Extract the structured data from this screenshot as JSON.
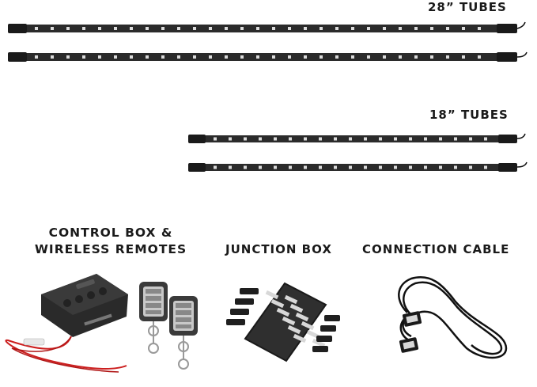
{
  "labels": {
    "tubes_28": "28” TUBES",
    "tubes_18": "18” TUBES",
    "control_box_line1": "CONTROL BOX &",
    "control_box_line2": "WIRELESS REMOTES",
    "junction_box": "JUNCTION BOX",
    "connection_cable": "CONNECTION CABLE"
  },
  "colors": {
    "tube_body": "#2b2b2b",
    "led": "#dcdcdc",
    "cable": "#111111",
    "red_wire": "#cc1f1f"
  }
}
